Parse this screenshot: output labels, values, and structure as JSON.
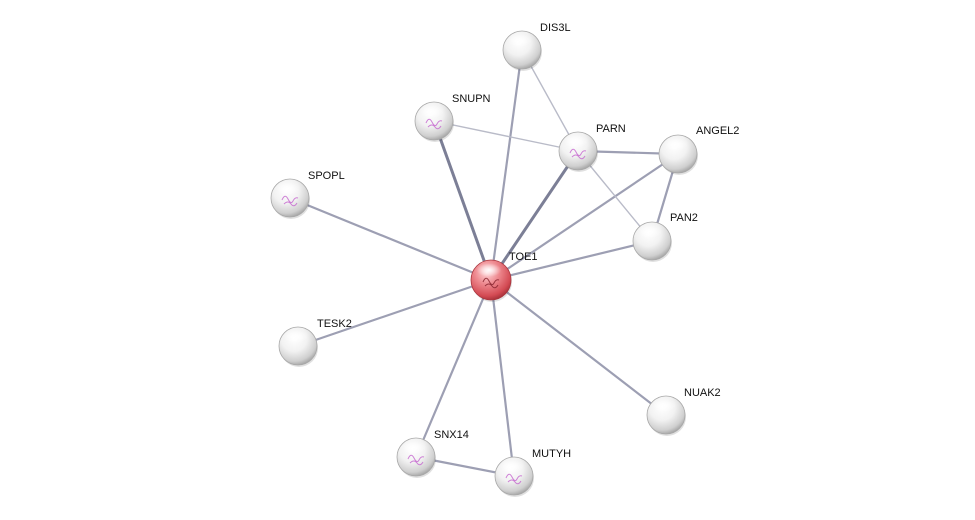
{
  "network": {
    "query_protein": "TOE1",
    "nodes": [
      {
        "id": "TOE1",
        "label": "TOE1",
        "role": "query",
        "has_structure": true
      },
      {
        "id": "DIS3L",
        "label": "DIS3L",
        "role": "partner",
        "has_structure": false
      },
      {
        "id": "SNUPN",
        "label": "SNUPN",
        "role": "partner",
        "has_structure": true
      },
      {
        "id": "PARN",
        "label": "PARN",
        "role": "partner",
        "has_structure": true
      },
      {
        "id": "ANGEL2",
        "label": "ANGEL2",
        "role": "partner",
        "has_structure": false
      },
      {
        "id": "SPOPL",
        "label": "SPOPL",
        "role": "partner",
        "has_structure": true
      },
      {
        "id": "PAN2",
        "label": "PAN2",
        "role": "partner",
        "has_structure": false
      },
      {
        "id": "TESK2",
        "label": "TESK2",
        "role": "partner",
        "has_structure": false
      },
      {
        "id": "NUAK2",
        "label": "NUAK2",
        "role": "partner",
        "has_structure": false
      },
      {
        "id": "SNX14",
        "label": "SNX14",
        "role": "partner",
        "has_structure": true
      },
      {
        "id": "MUTYH",
        "label": "MUTYH",
        "role": "partner",
        "has_structure": true
      }
    ],
    "edges": [
      {
        "source": "TOE1",
        "target": "DIS3L",
        "strength": "medium"
      },
      {
        "source": "TOE1",
        "target": "SNUPN",
        "strength": "strong"
      },
      {
        "source": "TOE1",
        "target": "PARN",
        "strength": "strong"
      },
      {
        "source": "TOE1",
        "target": "ANGEL2",
        "strength": "medium"
      },
      {
        "source": "TOE1",
        "target": "SPOPL",
        "strength": "medium"
      },
      {
        "source": "TOE1",
        "target": "PAN2",
        "strength": "medium"
      },
      {
        "source": "TOE1",
        "target": "TESK2",
        "strength": "medium"
      },
      {
        "source": "TOE1",
        "target": "NUAK2",
        "strength": "medium"
      },
      {
        "source": "TOE1",
        "target": "SNX14",
        "strength": "medium"
      },
      {
        "source": "TOE1",
        "target": "MUTYH",
        "strength": "medium"
      },
      {
        "source": "DIS3L",
        "target": "PARN",
        "strength": "weak"
      },
      {
        "source": "SNUPN",
        "target": "PARN",
        "strength": "weak"
      },
      {
        "source": "PARN",
        "target": "ANGEL2",
        "strength": "medium"
      },
      {
        "source": "PARN",
        "target": "PAN2",
        "strength": "weak"
      },
      {
        "source": "ANGEL2",
        "target": "PAN2",
        "strength": "medium"
      },
      {
        "source": "SNX14",
        "target": "MUTYH",
        "strength": "medium"
      }
    ],
    "colors": {
      "query_node": "#e0575f",
      "partner_node": "#dcdcdc",
      "edge_strong": "#7c7f96",
      "edge_medium": "#9d9fb3",
      "edge_weak": "#b9bbc8",
      "structure_glyph": "#c76bd0"
    }
  }
}
